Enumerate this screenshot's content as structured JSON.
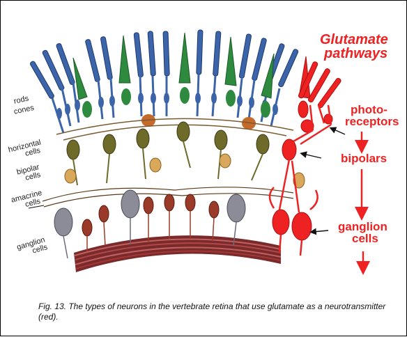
{
  "layer_labels": {
    "rods": "rods",
    "cones": "cones",
    "horizontal": "horizontal",
    "horizontal_cells": "cells",
    "bipolar": "bipolar",
    "bipolar_cells": "cells",
    "amacrine": "amacrine",
    "amacrine_cells": "cells",
    "ganglion": "ganglion",
    "ganglion_cells": "cells"
  },
  "pathway": {
    "title_line1": "Glutamate",
    "title_line2": "pathways",
    "photoreceptors_line1": "photo-",
    "photoreceptors_line2": "receptors",
    "bipolars": "bipolars",
    "ganglion_line1": "ganglion",
    "ganglion_line2": "cells"
  },
  "caption": "Fig. 13. The types of neurons in the vertebrate retina that use glutamate as a neurotransmitter (red).",
  "colors": {
    "glutamate_red": "#ee2222",
    "rod_blue": "#3c64a8",
    "cone_green": "#2e8a3e",
    "horizontal_olive": "#6e6a2a",
    "amacrine_tan": "#d9a85a",
    "ganglion_gray": "#8c8c98",
    "ganglion_brown": "#9a3a28",
    "nerve_layer": "#8a3030"
  }
}
